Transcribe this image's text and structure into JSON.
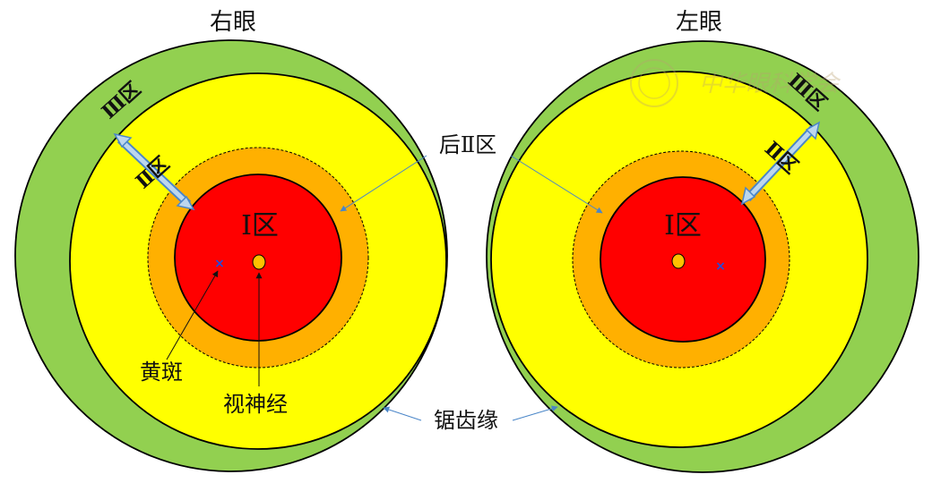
{
  "eyes": {
    "right": {
      "title": "右眼"
    },
    "left": {
      "title": "左眼"
    }
  },
  "labels": {
    "zone1": "Ⅰ区",
    "zone2": "Ⅱ区",
    "zone3": "Ⅲ区",
    "posterior_zone2": "后Ⅱ区",
    "macula": "黄斑",
    "optic_nerve": "视神经",
    "ora_serrata": "锯齿缘"
  },
  "watermark": "中华眼科学会",
  "colors": {
    "zone1": "#ff0000",
    "posterior_zone2": "#ffb000",
    "zone2": "#ffff00",
    "zone3": "#92d050",
    "optic_disc": "#ffc000",
    "macula_mark": "#1f4ee0",
    "arrow": "#4a86c8",
    "arrow_fill": "#bdd7ee"
  }
}
